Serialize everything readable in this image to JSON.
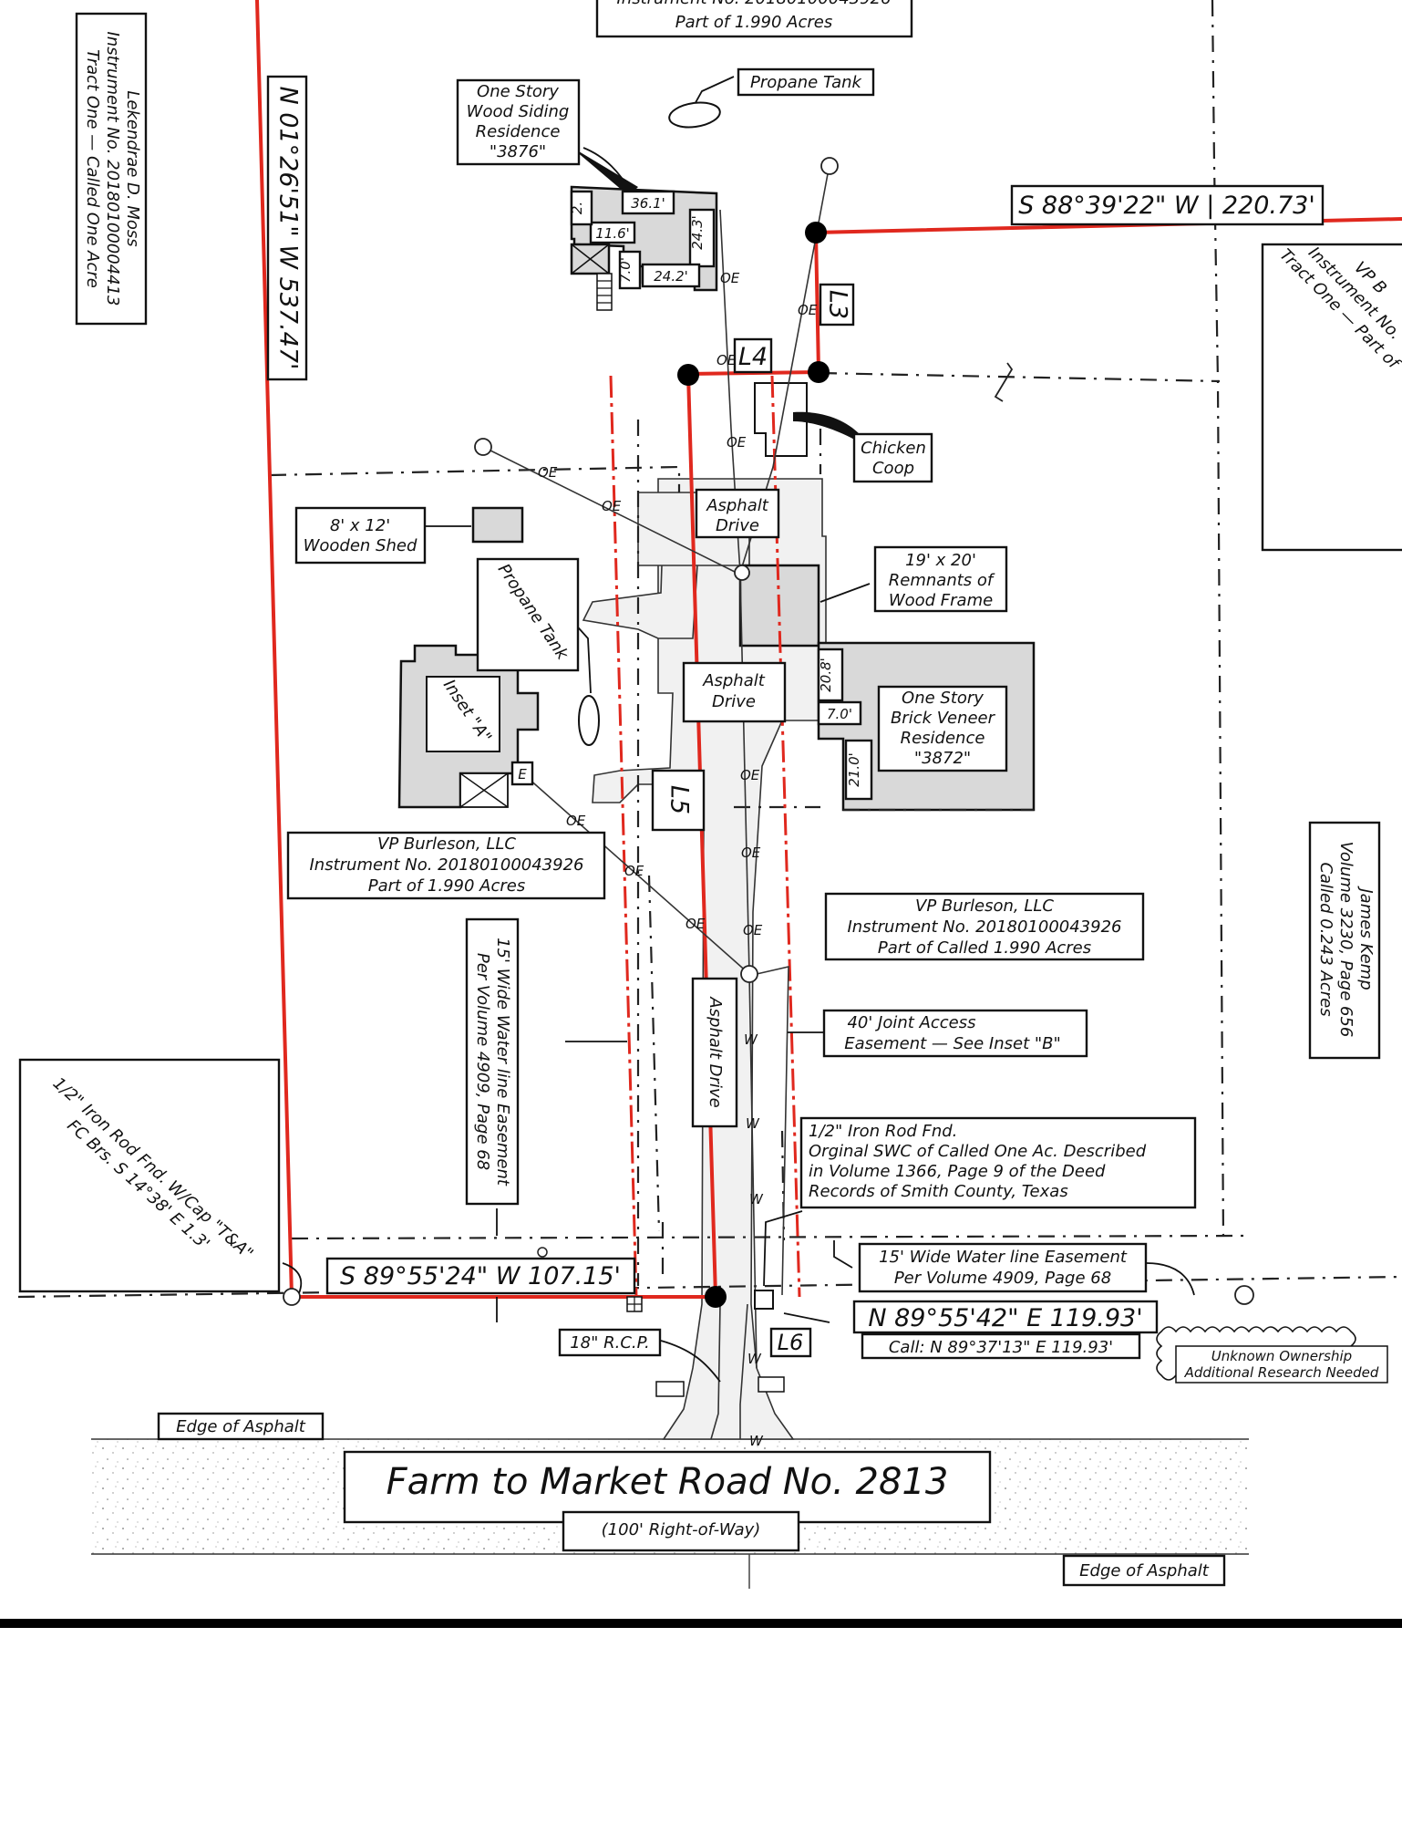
{
  "labels": {
    "top_owner_l1": "Instrument No. 20180100043926",
    "top_owner_l2": "Part of 1.990 Acres",
    "left_owner_l1": "Lekendrae D. Moss",
    "left_owner_l2": "Instrument No. 20180100004413",
    "left_owner_l3": "Tract One — Called One Acre",
    "residence1_l1": "One Story",
    "residence1_l2": "Wood Siding",
    "residence1_l3": "Residence",
    "residence1_l4": "\"3876\"",
    "propane1": "Propane Tank",
    "right_owner_l1": "VP B",
    "right_owner_l2": "Instrument No.",
    "right_owner_l3": "Tract One — Part of",
    "chicken_l1": "Chicken",
    "chicken_l2": "Coop",
    "shed_l1": "8' x 12'",
    "shed_l2": "Wooden Shed",
    "asphalt1_l1": "Asphalt",
    "asphalt1_l2": "Drive",
    "propane2": "Propane Tank",
    "frame_l1": "19' x 20'",
    "frame_l2": "Remnants of",
    "frame_l3": "Wood Frame",
    "asphalt2_l1": "Asphalt",
    "asphalt2_l2": "Drive",
    "inset_a": "Inset \"A\"",
    "electric": "E",
    "brick_l1": "One Story",
    "brick_l2": "Brick Veneer",
    "brick_l3": "Residence",
    "brick_l4": "\"3872\"",
    "vp_left_l1": "VP Burleson, LLC",
    "vp_left_l2": "Instrument No. 20180100043926",
    "vp_left_l3": "Part of 1.990 Acres",
    "vp_mid_l1": "VP Burleson, LLC",
    "vp_mid_l2": "Instrument No. 20180100043926",
    "vp_mid_l3": "Part of Called 1.990 Acres",
    "kemp_l1": "James Kemp",
    "kemp_l2": "Volume 3230, Page 656",
    "kemp_l3": "Called 0.243 Acres",
    "water_vert_l1": "15' Wide Water line Easement",
    "water_vert_l2": "Per Volume 4909, Page 68",
    "asphalt_vert": "Asphalt Drive",
    "joint_l1": "40' Joint Access",
    "joint_l2": "Easement — See Inset \"B\"",
    "iron_left_l1": "1/2\" Iron Rod Fnd. W/Cap \"T&A\"",
    "iron_left_l2": "FC Brs. S 14°38' E 1.3'",
    "iron_right_l1": "1/2\" Iron Rod Fnd.",
    "iron_right_l2": "Orginal SWC of Called One Ac. Described",
    "iron_right_l3": "in Volume 1366, Page 9 of the Deed",
    "iron_right_l4": "Records of Smith County, Texas",
    "water_horiz_l1": "15' Wide Water line Easement",
    "water_horiz_l2": "Per Volume 4909, Page 68",
    "rcp": "18\" R.C.P.",
    "call": "Call: N 89°37'13\" E 119.93'",
    "unknown_l1": "Unknown Ownership",
    "unknown_l2": "Additional Research Needed",
    "edge_left": "Edge of Asphalt",
    "edge_right": "Edge of Asphalt",
    "road_name": "Farm to Market Road No. 2813",
    "road_row": "(100' Right-of-Way)"
  },
  "courses": {
    "north_line": "S 88°39'22\" W | 220.73'",
    "west_line": "N 01°26'51\" W 537.47'",
    "south_left": "S 89°55'24\" W 107.15'",
    "south_right": "N 89°55'42\" E 119.93'",
    "l3": "L3",
    "l4": "L4",
    "l5": "L5",
    "l6": "L6"
  },
  "dimensions": {
    "d361": "36.1'",
    "d243": "24.3'",
    "d242": "24.2'",
    "d116": "11.6'",
    "d70a": "7.0'",
    "d2": "2.",
    "d208": "20.8'",
    "d70b": "7.0'",
    "d210": "21.0'"
  },
  "utility_tags": {
    "overhead": "OE",
    "water": "W"
  },
  "colors": {
    "boundary": "#e0281e",
    "building_fill": "#d9d9d9",
    "linework": "#111111"
  }
}
